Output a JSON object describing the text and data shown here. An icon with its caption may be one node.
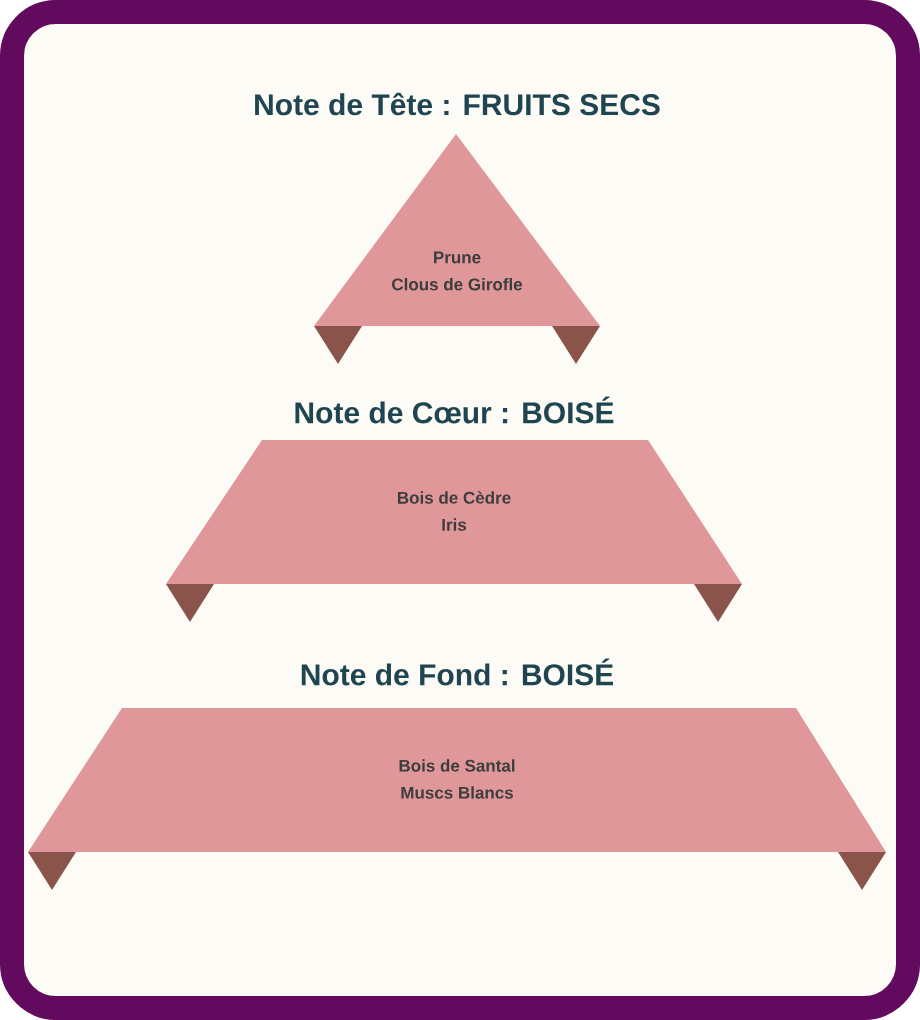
{
  "diagram": {
    "nodes": [
      {
        "text": [
          "Note de Tête : FRUITS SECS",
          "Prune",
          "Clous de Girofle"
        ]
      },
      {
        "text": [
          "Note de Cœur : BOISÉ",
          "Bois de Cèdre",
          "Iris"
        ]
      },
      {
        "text": [
          "Note de Fond : BOISÉ",
          "Bois de Santal",
          "Muscs Blancs"
        ]
      }
    ]
  }
}
